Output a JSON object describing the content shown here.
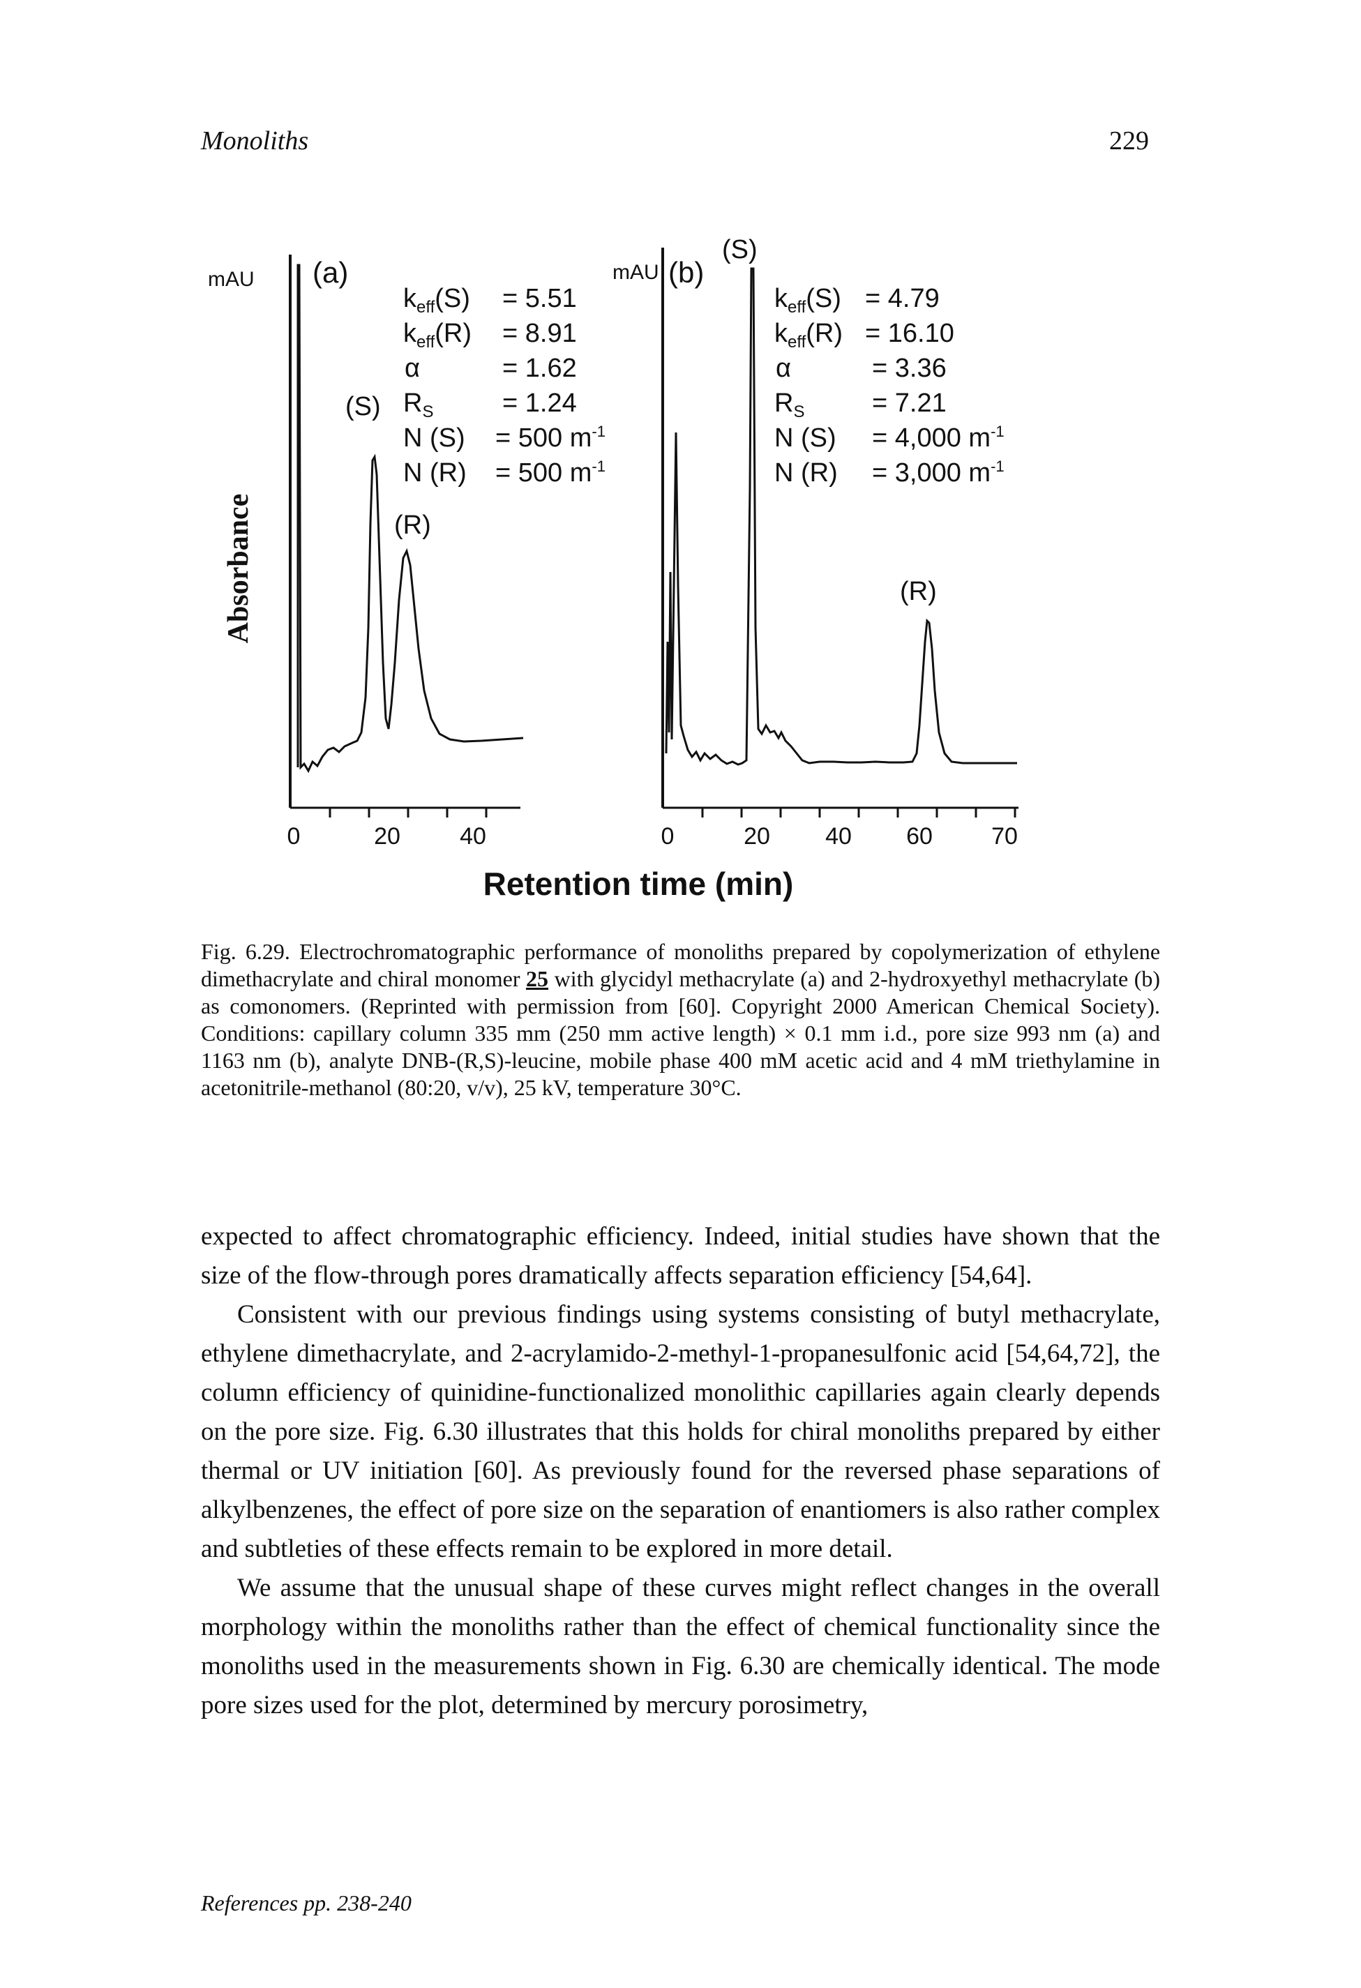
{
  "header": {
    "running_head": "Monoliths",
    "page_number": "229"
  },
  "figure": {
    "y_axis_label": "Absorbance",
    "x_axis_label": "Retention time (min)",
    "panel_a": {
      "unit_label": "mAU",
      "panel_label": "(a)",
      "peak_labels": [
        "(S)",
        "(R)"
      ],
      "stats": [
        {
          "name": "keff(S)",
          "value": "= 5.51"
        },
        {
          "name": "keff(R)",
          "value": "= 8.91"
        },
        {
          "name": "α",
          "value": "= 1.62"
        },
        {
          "name": "RS",
          "value": "= 1.24"
        },
        {
          "name": "N (S)",
          "value": "= 500 m-1"
        },
        {
          "name": "N (R)",
          "value": "= 500 m-1"
        }
      ],
      "x_tick_labels": [
        "0",
        "20",
        "40"
      ]
    },
    "panel_b": {
      "unit_label": "mAU",
      "panel_label": "(b)",
      "peak_labels": [
        "(S)",
        "(R)"
      ],
      "stats": [
        {
          "name": "keff(S)",
          "value": "= 4.79"
        },
        {
          "name": "keff(R)",
          "value": "= 16.10"
        },
        {
          "name": "α",
          "value": "= 3.36"
        },
        {
          "name": "RS",
          "value": "= 7.21"
        },
        {
          "name": "N (S)",
          "value": "= 4,000 m-1"
        },
        {
          "name": "N (R)",
          "value": "= 3,000 m-1"
        }
      ],
      "x_tick_labels": [
        "0",
        "20",
        "40",
        "60",
        "70"
      ]
    }
  },
  "caption": {
    "label": "Fig. 6.29.",
    "text_1": "Electrochromatographic performance of monoliths prepared by copolymerization of ethylene dimethacrylate and chiral monomer",
    "compound_ref": "25",
    "text_2": "with glycidyl methacrylate (a) and 2-hydroxyethyl methacrylate (b) as comonomers. (Reprinted with permission from [60]. Copyright 2000 American Chemical Society). Conditions: capillary column 335 mm (250 mm active length) × 0.1 mm i.d., pore size 993 nm (a) and 1163 nm (b), analyte DNB-(R,S)-leucine, mobile phase 400 mM acetic acid and 4 mM triethylamine in acetonitrile-methanol (80:20, v/v), 25 kV, temperature 30°C."
  },
  "body": {
    "p1": "expected to affect chromatographic efficiency. Indeed, initial studies have shown that the size of the flow-through pores dramatically affects separation efficiency [54,64].",
    "p2": "Consistent with our previous findings using systems consisting of butyl methacrylate, ethylene dimethacrylate, and 2-acrylamido-2-methyl-1-propanesulfonic acid [54,64,72], the column efficiency of quinidine-functionalized monolithic capillaries again clearly depends on the pore size. Fig. 6.30 illustrates that this holds for chiral monoliths prepared by either thermal or UV initiation [60]. As previously found for the reversed phase separations of alkylbenzenes, the effect of pore size on the separation of enantiomers is also rather complex and subtleties of these effects remain to be explored in more detail.",
    "p3": "We assume that the unusual shape of these curves might reflect changes in the overall morphology within the monoliths rather than the effect of chemical functionality since the monoliths used in the measurements shown in Fig. 6.30 are chemically identical. The mode pore sizes used for the plot, determined by mercury porosimetry,"
  },
  "footer": {
    "text": "References pp. 238-240"
  }
}
